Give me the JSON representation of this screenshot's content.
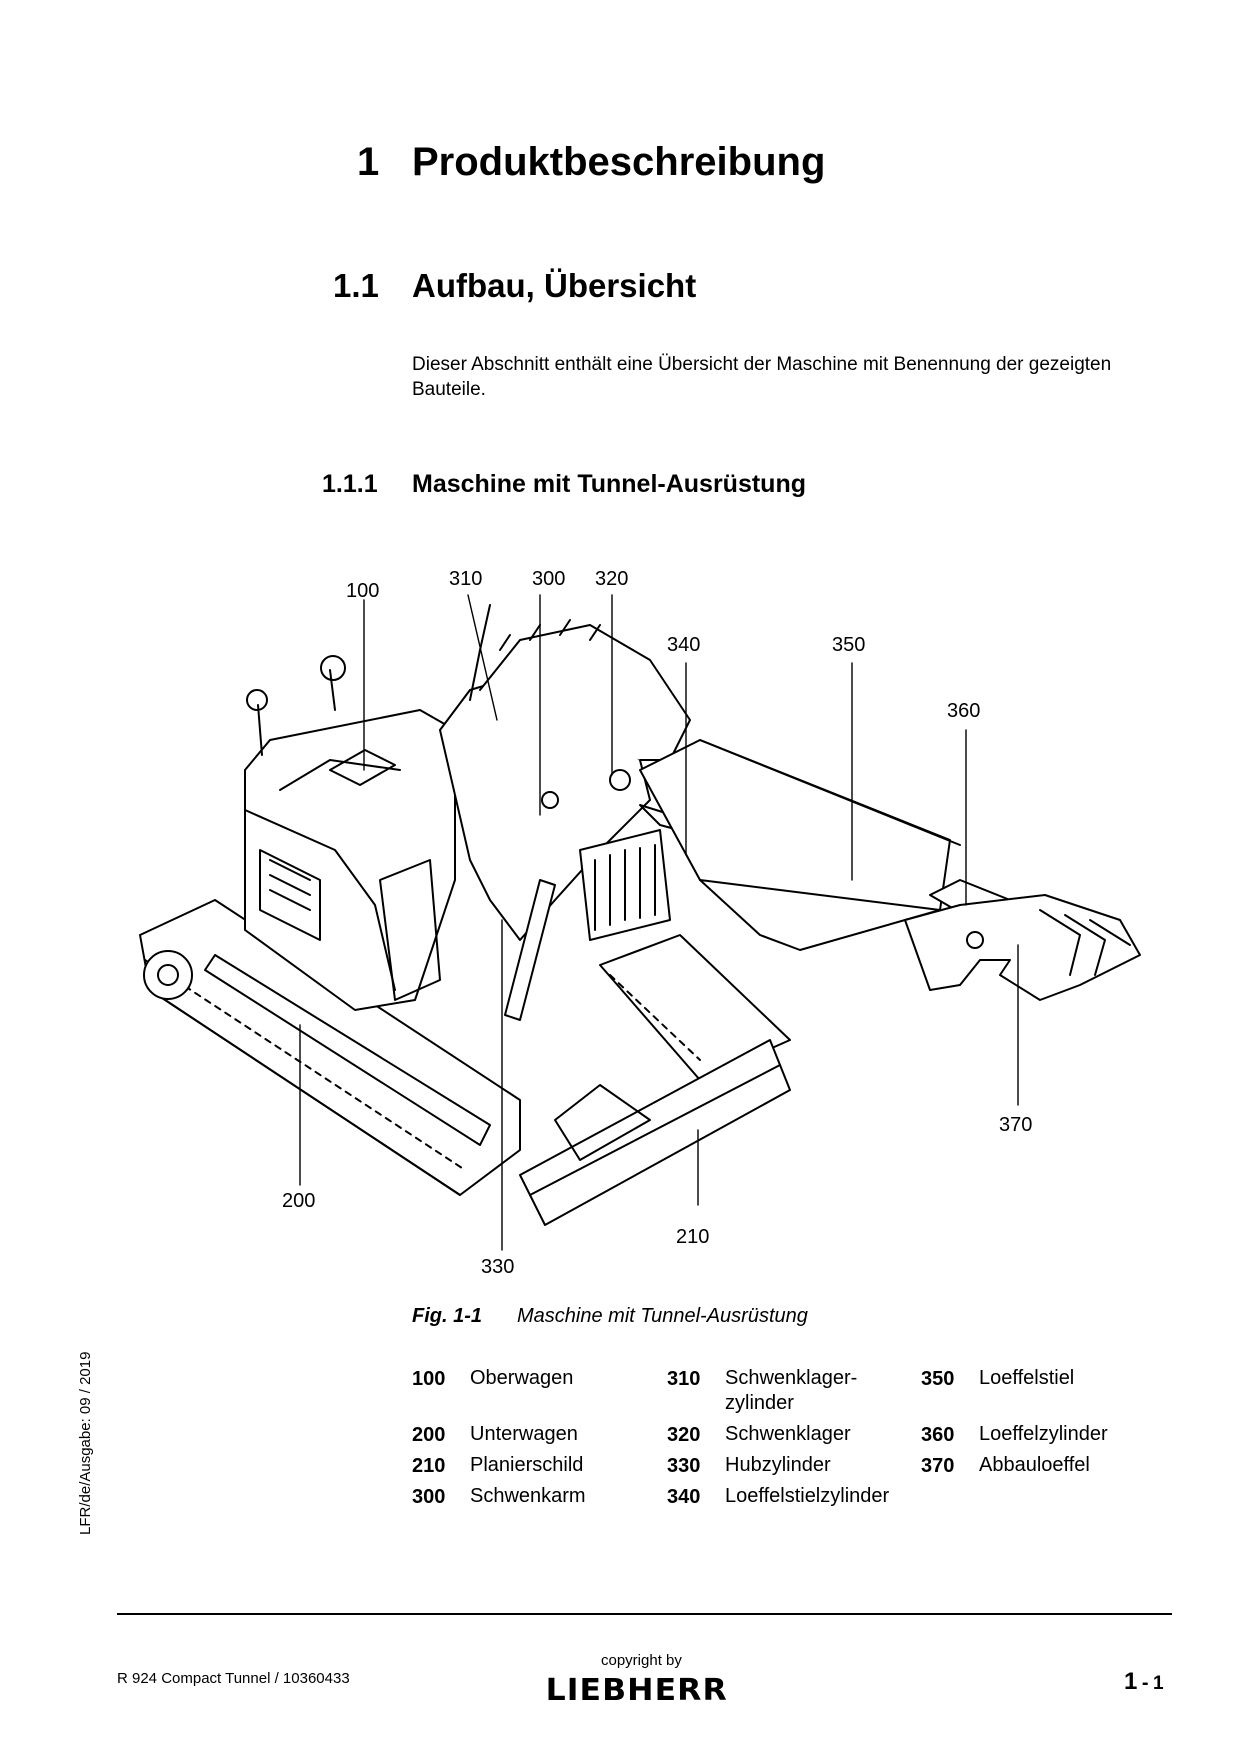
{
  "chapter": {
    "number": "1",
    "title": "Produktbeschreibung"
  },
  "section": {
    "number": "1.1",
    "title": "Aufbau, Übersicht"
  },
  "intro": "Dieser Abschnitt enthält eine Übersicht der Maschine mit Benennung der gezeigten Bauteile.",
  "subsection": {
    "number": "1.1.1",
    "title": "Maschine mit Tunnel-Ausrüstung"
  },
  "figure": {
    "callouts": [
      "100",
      "310",
      "300",
      "320",
      "340",
      "350",
      "360",
      "370",
      "200",
      "210",
      "330"
    ],
    "caption_number": "Fig. 1-1",
    "caption_text": "Maschine mit Tunnel-Ausrüstung"
  },
  "legend": [
    {
      "num": "100",
      "label": "Oberwagen"
    },
    {
      "num": "200",
      "label": "Unterwagen"
    },
    {
      "num": "210",
      "label": "Planierschild"
    },
    {
      "num": "300",
      "label": "Schwenkarm"
    },
    {
      "num": "310",
      "label": "Schwenklager-\nzylinder"
    },
    {
      "num": "320",
      "label": "Schwenklager"
    },
    {
      "num": "330",
      "label": "Hubzylinder"
    },
    {
      "num": "340",
      "label": "Loeffelstielzylinder"
    },
    {
      "num": "350",
      "label": "Loeffelstiel"
    },
    {
      "num": "360",
      "label": "Loeffelzylinder"
    },
    {
      "num": "370",
      "label": "Abbauloeffel"
    }
  ],
  "sidebar": "LFR/de/Ausgabe: 09 / 2019",
  "footer": {
    "doc": "R 924 Compact Tunnel / 10360433",
    "copyright": "copyright by",
    "logo": "LIEBHERR",
    "page_chapter": "1",
    "page_sep": "-",
    "page_num": "1"
  }
}
